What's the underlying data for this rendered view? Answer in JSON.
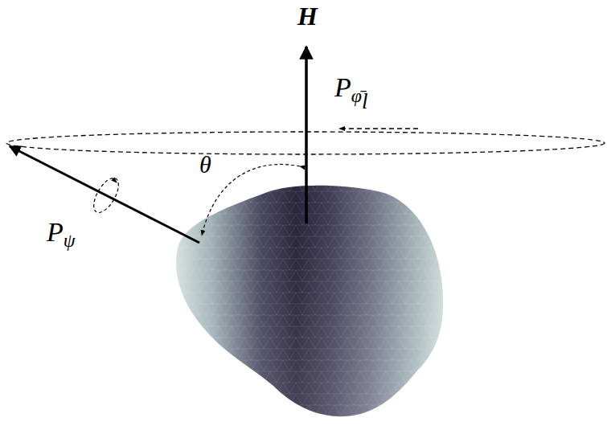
{
  "diagram": {
    "labels": [
      "H",
      "Pφ̄l",
      "θ",
      "Pψ"
    ]
  }
}
